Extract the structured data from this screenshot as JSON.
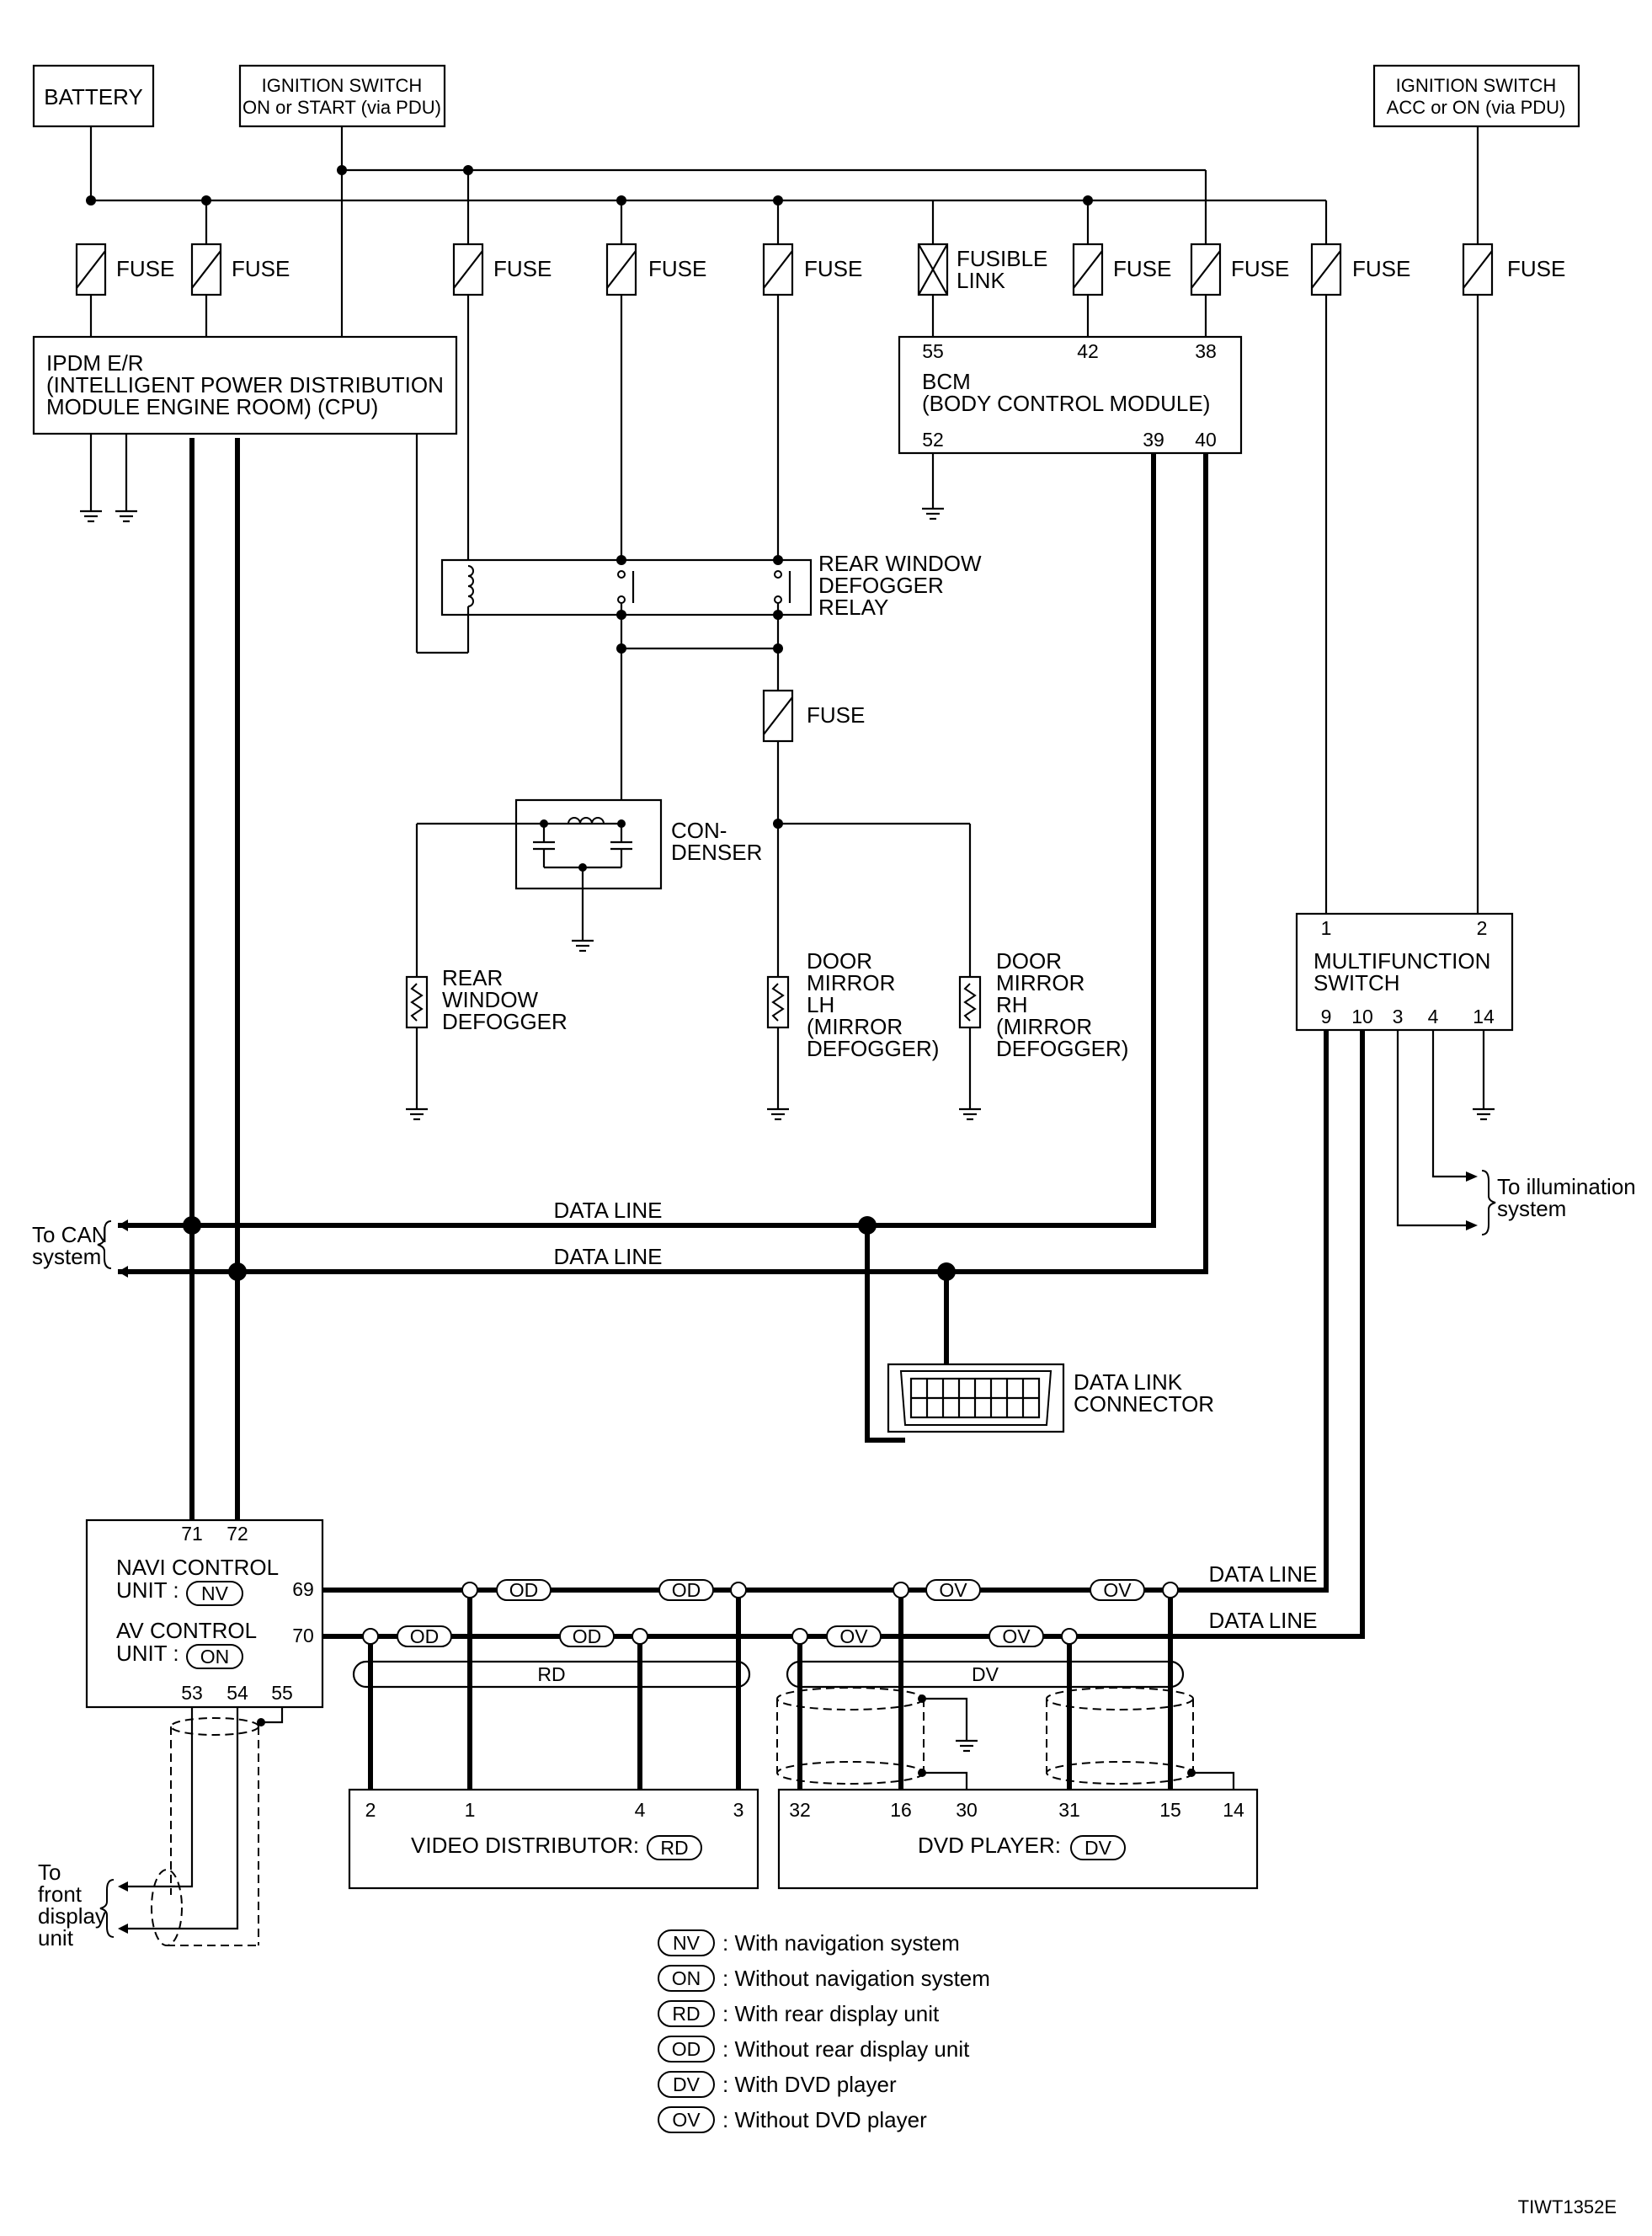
{
  "sources": {
    "battery": "BATTERY",
    "ign_on_start": [
      "IGNITION SWITCH",
      "ON or START (via PDU)"
    ],
    "ign_acc_on": [
      "IGNITION SWITCH",
      "ACC or ON (via PDU)"
    ]
  },
  "fuse_label": "FUSE",
  "fusible_link": [
    "FUSIBLE",
    "LINK"
  ],
  "ipdm": [
    "IPDM E/R",
    "(INTELLIGENT POWER DISTRIBUTION",
    " MODULE ENGINE ROOM) (CPU)"
  ],
  "bcm": {
    "lines": [
      "BCM",
      "(BODY CONTROL MODULE)"
    ],
    "pins_top": [
      "55",
      "42",
      "38"
    ],
    "pins_bottom": [
      "52",
      "39",
      "40"
    ]
  },
  "relay": [
    "REAR WINDOW",
    "DEFOGGER",
    "RELAY"
  ],
  "condenser": [
    "CON-",
    "DENSER"
  ],
  "rear_defogger": [
    "REAR",
    "WINDOW",
    "DEFOGGER"
  ],
  "mirror_lh": [
    "DOOR",
    "MIRROR",
    "LH",
    "(MIRROR",
    " DEFOGGER)"
  ],
  "mirror_rh": [
    "DOOR",
    "MIRROR",
    "RH",
    "(MIRROR",
    " DEFOGGER)"
  ],
  "multifunction": {
    "lines": [
      "MULTIFUNCTION",
      "SWITCH"
    ],
    "pins_top": [
      "1",
      "2"
    ],
    "pins_bottom": [
      "9",
      "10",
      "3",
      "4",
      "14"
    ]
  },
  "illumination": [
    "To illumination",
    "system"
  ],
  "can": [
    "To CAN",
    "system"
  ],
  "data_line": "DATA LINE",
  "dlc": [
    "DATA LINK",
    "CONNECTOR"
  ],
  "navi_unit": {
    "pins_top": [
      "71",
      "72"
    ],
    "navi": [
      "NAVI CONTROL",
      "UNIT :"
    ],
    "av": [
      "AV CONTROL",
      "UNIT :"
    ],
    "pin69": "69",
    "pin70": "70",
    "pins_bottom": [
      "53",
      "54",
      "55"
    ]
  },
  "front_display": [
    "To",
    "front",
    "display",
    "unit"
  ],
  "video_distributor": {
    "label": "VIDEO DISTRIBUTOR:",
    "pins": [
      "2",
      "1",
      "4",
      "3"
    ]
  },
  "dvd_player": {
    "label": "DVD PLAYER:",
    "pins": [
      "32",
      "16",
      "30",
      "31",
      "15",
      "14"
    ]
  },
  "codes": {
    "nv": "NV",
    "on": "ON",
    "rd": "RD",
    "od": "OD",
    "dv": "DV",
    "ov": "OV"
  },
  "legend": [
    {
      "code": "NV",
      "text": ": With navigation system"
    },
    {
      "code": "ON",
      "text": ": Without navigation system"
    },
    {
      "code": "RD",
      "text": ": With rear display unit"
    },
    {
      "code": "OD",
      "text": ": Without rear display unit"
    },
    {
      "code": "DV",
      "text": ": With DVD player"
    },
    {
      "code": "OV",
      "text": ": Without DVD player"
    }
  ],
  "figure_id": "TIWT1352E"
}
